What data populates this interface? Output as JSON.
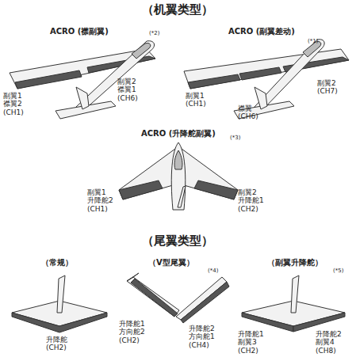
{
  "diagram": {
    "title": "（机翼类型）",
    "labels": [
      "ACRO (襟副翼)",
      "(*2)",
      "ACRO (副翼差动)",
      "(*1)",
      "副翼1 襟翼2 (CH1)",
      "副翼2 襟翼1 (CH6)",
      "副翼1 (CH1)",
      "襟翼 (CH6)",
      "副翼2 (CH7)",
      "ACRO (升降舵副翼)",
      "(*3)",
      "副翼1 升降舵2 (CH1)",
      "副翼2 升降舵1 (CH2)",
      "（尾翼类型）",
      "（常规）",
      "（V型尾翼）",
      "(*4)",
      "（副翼升降舵）",
      "(*5)",
      "升降舵 (CH2)",
      "升降舵1 方向舵2 (CH2)",
      "升降舵2 方向舵1 (CH4)",
      "升降舵1 副翼3 (CH2)",
      "升降舵2 副翼4 (CH8)"
    ]
  }
}
